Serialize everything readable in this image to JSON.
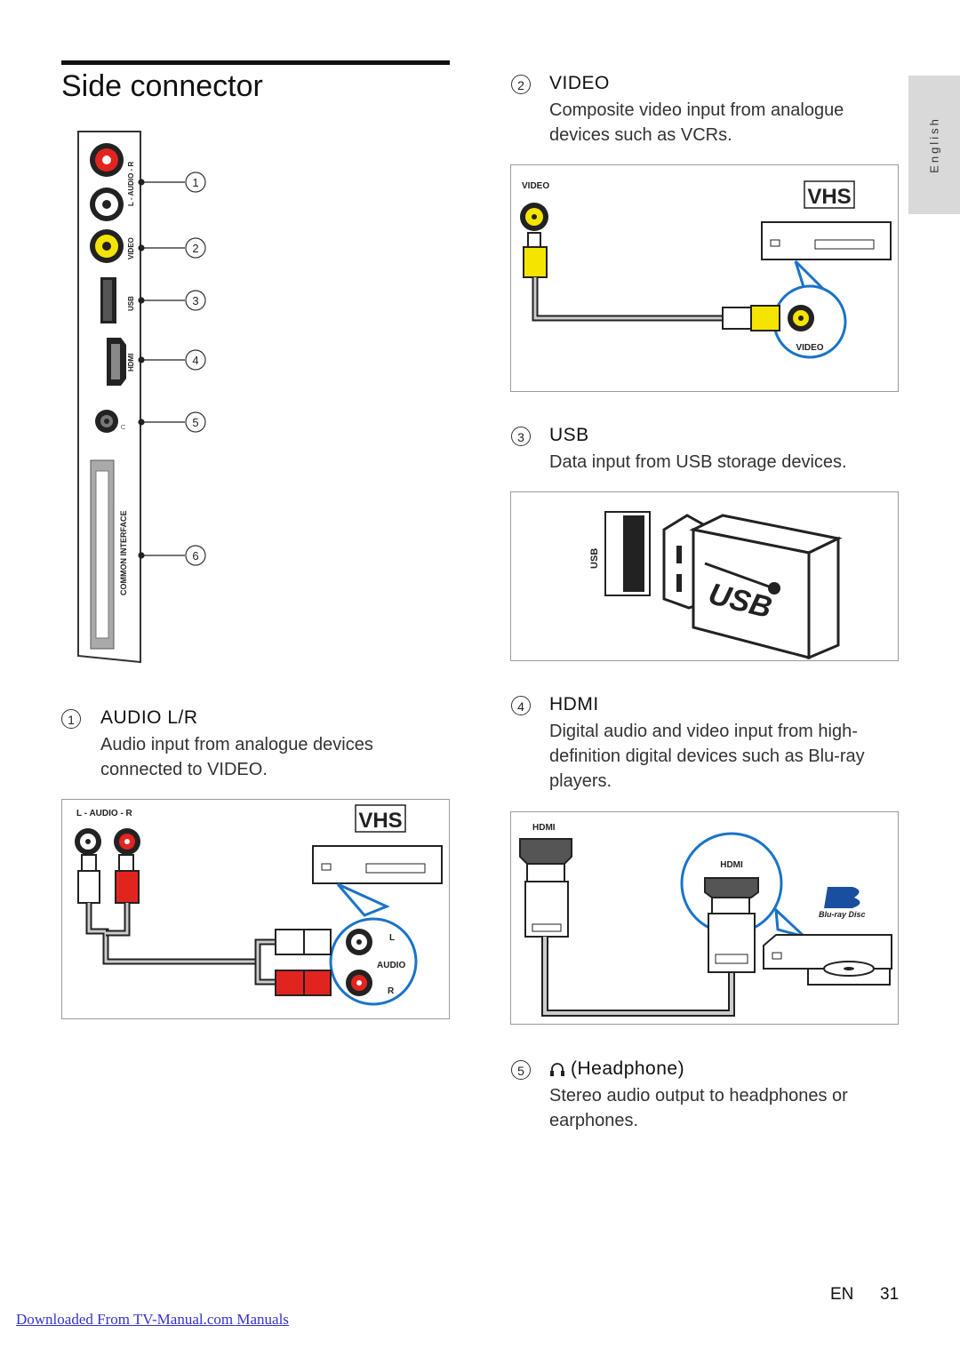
{
  "page": {
    "title": "Side connector",
    "language_tab": "English",
    "footer_lang": "EN",
    "footer_page": "31",
    "download_link": "Downloaded From TV-Manual.com Manuals"
  },
  "panel": {
    "callouts": [
      "1",
      "2",
      "3",
      "4",
      "5",
      "6"
    ],
    "labels": {
      "audio": "L - AUDIO - R",
      "video": "VIDEO",
      "usb": "USB",
      "hdmi": "HDMI",
      "common_interface": "COMMON INTERFACE"
    }
  },
  "sections": {
    "audio": {
      "number": "1",
      "heading": "AUDIO L/R",
      "body": "Audio input from analogue devices connected to VIDEO.",
      "diagram": {
        "label": "L - AUDIO - R",
        "device_logo": "VHS",
        "jack_l": "L",
        "jack_audio": "AUDIO",
        "jack_r": "R"
      }
    },
    "video": {
      "number": "2",
      "heading": "VIDEO",
      "body": "Composite video input from analogue devices such as VCRs.",
      "diagram": {
        "label": "VIDEO",
        "device_logo": "VHS",
        "jack_label": "VIDEO"
      }
    },
    "usb": {
      "number": "3",
      "heading": "USB",
      "body": "Data input from USB storage devices.",
      "diagram": {
        "label": "USB",
        "stick_text": "USB"
      }
    },
    "hdmi": {
      "number": "4",
      "heading": "HDMI",
      "body": "Digital audio and video input from high-definition digital devices such as Blu-ray players.",
      "diagram": {
        "label": "HDMI",
        "jack_label": "HDMI",
        "logo": "Blu-ray Disc"
      }
    },
    "headphone": {
      "number": "5",
      "heading": "(Headphone)",
      "body": "Stereo audio output to headphones or earphones."
    }
  },
  "colors": {
    "red": "#e2241f",
    "yellow": "#f5e400",
    "blue_callout": "#1a73c8",
    "panel_gray": "#c8c8c8"
  }
}
